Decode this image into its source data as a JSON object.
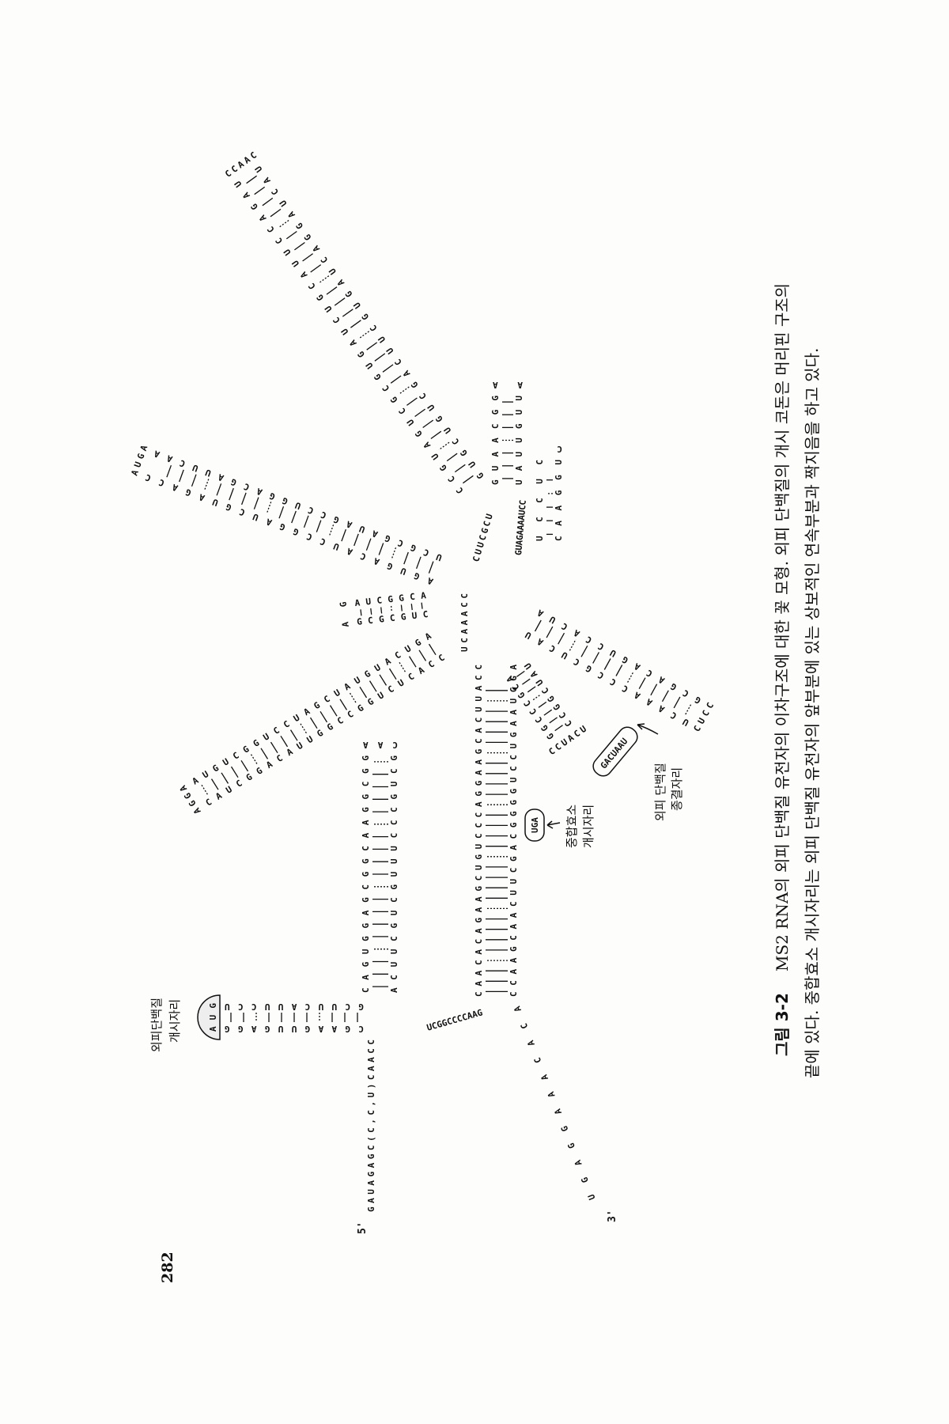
{
  "page_number": "282",
  "caption": {
    "figure_label": "그림 3-2",
    "line1": "MS2 RNA의 외피 단백질 유전자의 이차구조에 대한 꽃 모형. 외피 단백질의 개시 코돈은 머리핀 구조의",
    "line2": "끝에 있다. 중합효소 개시자리는 외피 단백질 유전자의 앞부분에 있는 상보적인 연속부분과 짝지음을 하고 있다."
  },
  "diagram": {
    "five_prime_label": "5'",
    "three_prime_label": "3'",
    "five_prime_seq": "GAUAGAGC(C,C,U)CAACC",
    "three_prime_tail": "UGAGGAAACACA",
    "connector": "UCGGCCCCAAG",
    "junction": [
      "GUAGAAAAUCC",
      "UCAAACC",
      "CUUCGCU"
    ],
    "labels": {
      "coat_start": [
        "외피단백질",
        "개시자리"
      ],
      "polymerase_start": [
        "중합효소",
        "개시자리"
      ],
      "coat_stop": [
        "외피 단백질",
        "종결자리"
      ]
    },
    "arms": [
      {
        "name": "coat-start-hairpin",
        "s1": "GCUUCAUUCCU",
        "s2": "CGAAGUUGAGG",
        "loop": "AUG"
      },
      {
        "name": "hairpin-2",
        "s1": "ACUUCGUCGUUUCCCGUCG",
        "s2": "CAGUGGAGCGGCAAGGCGG",
        "loop": "CAA"
      },
      {
        "name": "main-stem",
        "s1": "CCAAGCAACUUCGACGGGGUCCUGAAUGGA",
        "s2": "CAACACAGAAGCUGUCCCAGGAAGCACUUACC",
        "loop": ""
      },
      {
        "name": "arm-a",
        "s1": "AUGUCGGUCCUAGCUAUGUACUGA",
        "s2": "CAUCGGACAUUGGCCGGUCUCACC",
        "loop": "AGGA"
      },
      {
        "name": "arm-b",
        "s1": "AUCGGCA",
        "s2": "GCGCGUC",
        "loop": "AG"
      },
      {
        "name": "arm-c",
        "s1": "UCGCGAUAGCCUGGACGAUUCAA",
        "s2": "AGUGACAUCCGGAUCGUAGACC",
        "loop": "AUGA"
      },
      {
        "name": "arm-d",
        "s1": "GUGCUGUCGACUUCGUGAUCAGGAUCAU",
        "s2": "CCGUAGUCGCGUGAUCUGCAUUCCAGAU",
        "loop": "CCAAC"
      },
      {
        "name": "arm-e",
        "s1": "UAUUGUU",
        "s2": "GUAACGG",
        "loop": "AA"
      },
      {
        "name": "arm-f",
        "s1": "CAAGGU",
        "s2": "UCCUC",
        "loop": "C"
      },
      {
        "name": "arm-g",
        "s1": "UCAAACCCGCUCAU",
        "s2": "GCGACAGUCCACUA",
        "loop": "CUCC"
      },
      {
        "name": "terminator-hairpin",
        "s1": "GGCCCGCA",
        "s2": "CCGGCUAU",
        "loop": "CCUACU"
      }
    ],
    "circled": {
      "polymerase_site": "UGA",
      "stop_site": "GACUAAU"
    }
  }
}
